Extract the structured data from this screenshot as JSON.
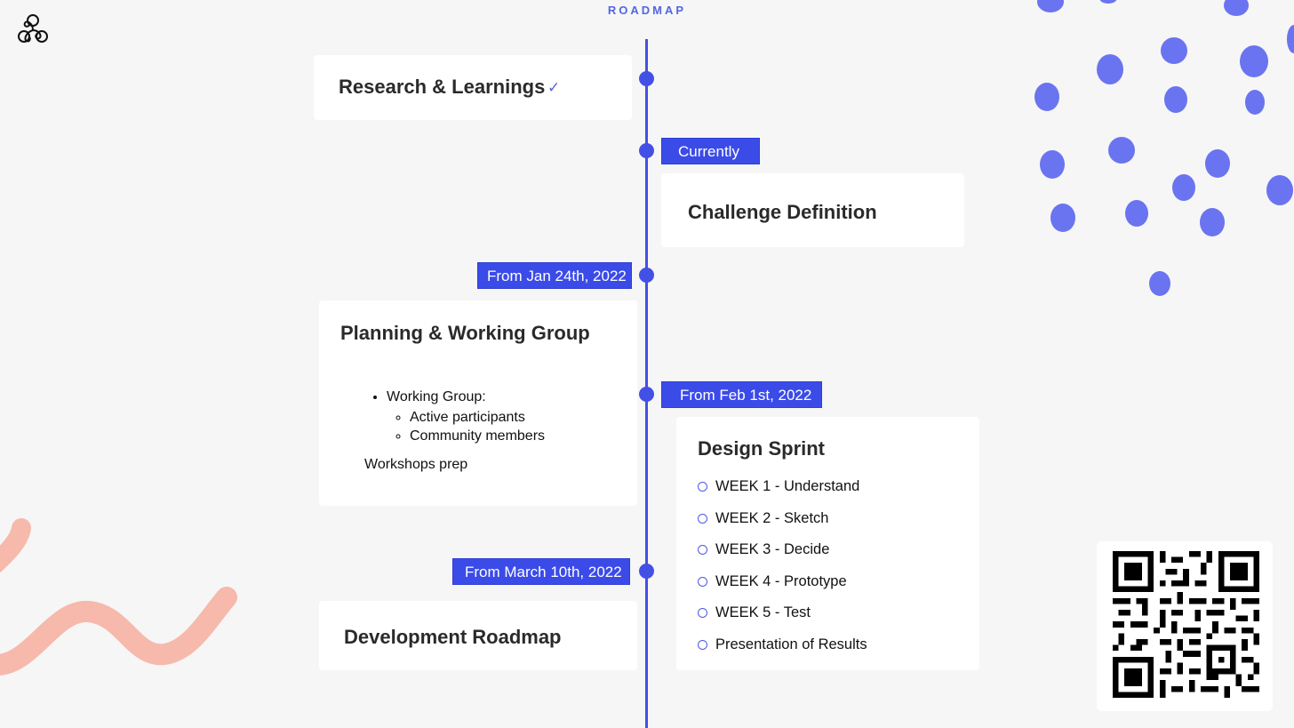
{
  "header": {
    "title": "ROADMAP"
  },
  "colors": {
    "accent": "#3b4be8",
    "dots": "#6a74f0",
    "brush": "#f6b3a4"
  },
  "icons": {
    "logo": "triskelion-icon",
    "check": "checkmark-icon",
    "qr": "qr-code-icon"
  },
  "roadmap": {
    "research": {
      "title": "Research & Learnings",
      "check": "✓"
    },
    "challenge": {
      "tag": "Currently",
      "title": "Challenge Definition"
    },
    "planning": {
      "tag": "From Jan 24th, 2022",
      "title": "Planning & Working Group",
      "bullet_main": "Working Group:",
      "sub_bullets": [
        "Active participants",
        "Community members"
      ],
      "note": "Workshops prep"
    },
    "design": {
      "tag": "From Feb 1st, 2022",
      "title": "Design Sprint",
      "items": [
        "WEEK 1 - Understand",
        "WEEK 2 - Sketch",
        "WEEK 3 - Decide",
        "WEEK 4 - Prototype",
        "WEEK 5 - Test",
        "Presentation of Results"
      ]
    },
    "development": {
      "tag": "From March 10th, 2022",
      "title": "Development Roadmap"
    }
  }
}
